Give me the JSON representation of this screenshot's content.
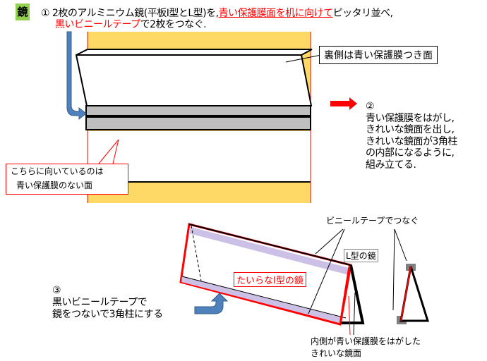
{
  "badge": "鏡",
  "step1": {
    "a": "① 2枚のアルミニウム鏡(平板I型とL型)を,",
    "b": "青い保護膜面を机に向けて",
    "c": "ピッタリ並べ,",
    "d": "黒いビニールテープ",
    "e": "で2枚をつなぐ."
  },
  "back_label": "裏側は青い保護膜つき面",
  "front_callout": [
    "こちらに向いているのは",
    "青い保護膜のない面"
  ],
  "step2": [
    "②",
    "青い保護膜をはがし,",
    "きれいな鏡面を出し,",
    "きれいな鏡面が3角柱",
    "の内部になるように,",
    "組み立てる."
  ],
  "step3": [
    "③",
    "黒いビニールテープで",
    "鏡をつないで3角柱にする"
  ],
  "tape_label": "ビニールテープでつなぐ",
  "l_label": "L型の鏡",
  "i_label": "たいらなI型の鏡",
  "inner_label": [
    "内側が青い保護膜をはがした",
    "きれいな鏡面"
  ],
  "colors": {
    "badge": "#92d050",
    "yellow": "#ffd966",
    "red": "#ff0000",
    "film": "#ccc0e6",
    "arrow": "#4f81bd"
  }
}
